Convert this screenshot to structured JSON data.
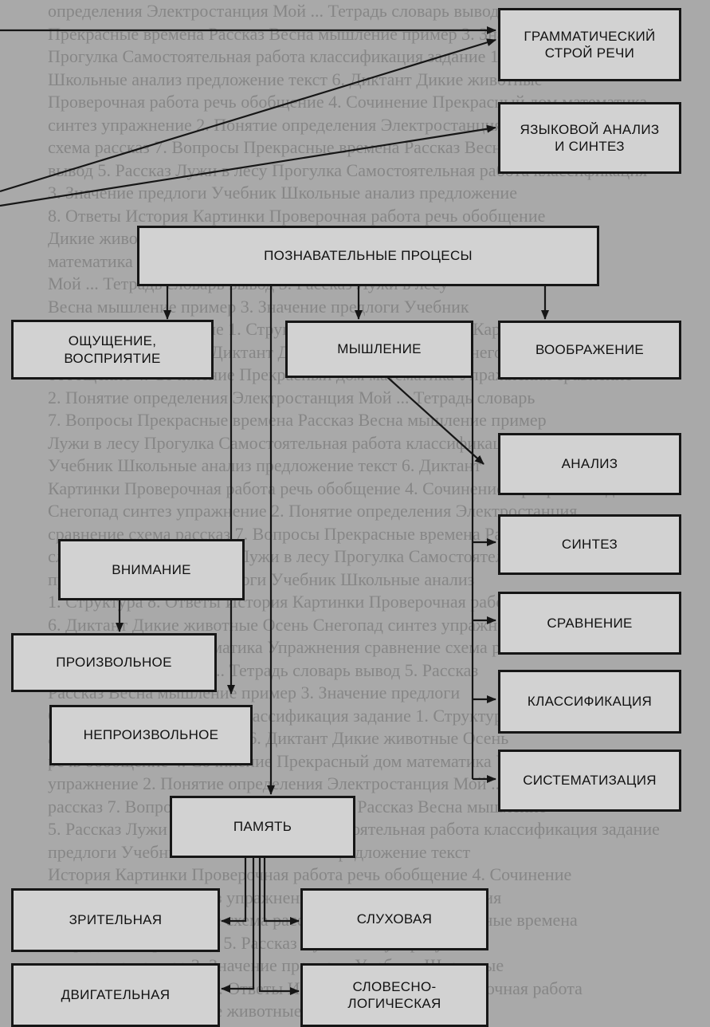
{
  "background_text": [
    "определения",
    "предлоги",
    "Прекрасный дом",
    "Лужи в лесу",
    "Дикие животные",
    "Прекрасные времена",
    "История",
    "Электростанция",
    "Учебник",
    "математика",
    "Прогулка",
    "Осень",
    "Рассказ",
    "Картинки",
    "Мой ...",
    "Школьные",
    "Упражнения",
    "Самостоятельная работа",
    "Снегопад",
    "Весна",
    "Проверочная работа",
    "Тетрадь",
    "анализ",
    "сравнение",
    "классификация",
    "синтез",
    "мышление",
    "речь",
    "словарь",
    "предложение",
    "схема",
    "задание",
    "упражнение",
    "пример",
    "обобщение",
    "вывод",
    "текст",
    "рассказ",
    "1. Структура",
    "2. Понятие",
    "3. Значение",
    "4. Сочинение",
    "5. Рассказ",
    "6. Диктант",
    "7. Вопросы",
    "8. Ответы"
  ],
  "nodes": {
    "grammar": "ГРАММАТИЧЕСКИЙ\nСТРОЙ РЕЧИ",
    "lang_analysis": "ЯЗЫКОВОЙ АНАЛИЗ\nИ СИНТЕЗ",
    "cognitive": "ПОЗНАВАТЕЛЬНЫЕ ПРОЦЕСЫ",
    "sensation": "ОЩУЩЕНИЕ,\nВОСПРИЯТИЕ",
    "thinking": "МЫШЛЕНИЕ",
    "imagination": "ВООБРАЖЕНИЕ",
    "analysis": "АНАЛИЗ",
    "synthesis": "СИНТЕЗ",
    "comparison": "СРАВНЕНИЕ",
    "classification": "КЛАССИФИКАЦИЯ",
    "systematization": "СИСТЕМАТИЗАЦИЯ",
    "attention": "ВНИМАНИЕ",
    "voluntary": "ПРОИЗВОЛЬНОЕ",
    "involuntary": "НЕПРОИЗВОЛЬНОЕ",
    "memory": "ПАМЯТЬ",
    "visual": "ЗРИТЕЛЬНАЯ",
    "auditory": "СЛУХОВАЯ",
    "motor": "ДВИГАТЕЛЬНАЯ",
    "verbal_logical": "СЛОВЕСНО-\nЛОГИЧЕСКАЯ"
  },
  "colors": {
    "box_fill": "#d2d2d2",
    "line": "#161616",
    "background": "#a9a9a9"
  }
}
